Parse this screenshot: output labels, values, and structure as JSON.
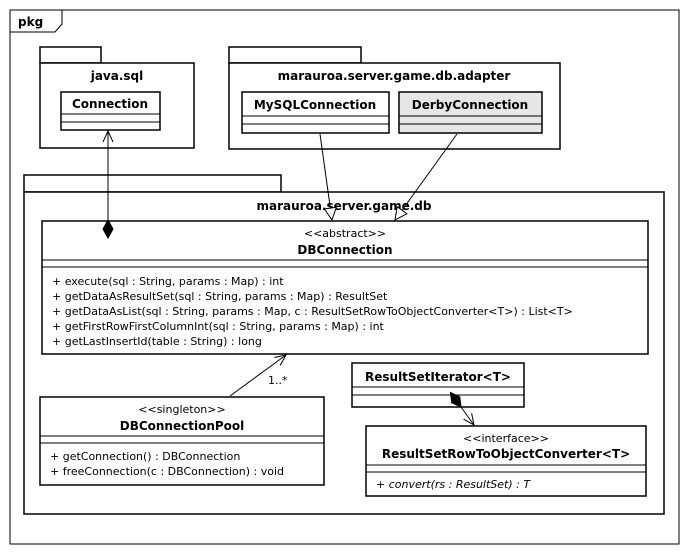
{
  "frame": {
    "label": "pkg"
  },
  "packages": {
    "java_sql": {
      "name": "java.sql"
    },
    "adapter": {
      "name": "marauroa.server.game.db.adapter"
    },
    "db": {
      "name": "marauroa.server.game.db"
    }
  },
  "classes": {
    "connection": {
      "name": "Connection"
    },
    "mysql": {
      "name": "MySQLConnection"
    },
    "derby": {
      "name": "DerbyConnection",
      "fill": "#e6e6e6"
    },
    "dbconnection": {
      "stereotype": "<<abstract>>",
      "name": "DBConnection",
      "operations": [
        "+ execute(sql : String, params : Map) : int",
        "+ getDataAsResultSet(sql : String, params : Map) : ResultSet",
        "+ getDataAsList(sql : String, params : Map, c : ResultSetRowToObjectConverter<T>) : List<T>",
        "+ getFirstRowFirstColumnInt(sql : String, params : Map) : int",
        "+ getLastInsertId(table : String) : long"
      ]
    },
    "pool": {
      "stereotype": "<<singleton>>",
      "name": "DBConnectionPool",
      "operations": [
        "+ getConnection() : DBConnection",
        "+ freeConnection(c : DBConnection) : void"
      ]
    },
    "iterator": {
      "name": "ResultSetIterator<T>"
    },
    "converter": {
      "stereotype": "<<interface>>",
      "name": "ResultSetRowToObjectConverter<T>",
      "operations": [
        "+ convert(rs : ResultSet) : T"
      ]
    }
  },
  "relations": {
    "pool_multiplicity": "1..*"
  }
}
